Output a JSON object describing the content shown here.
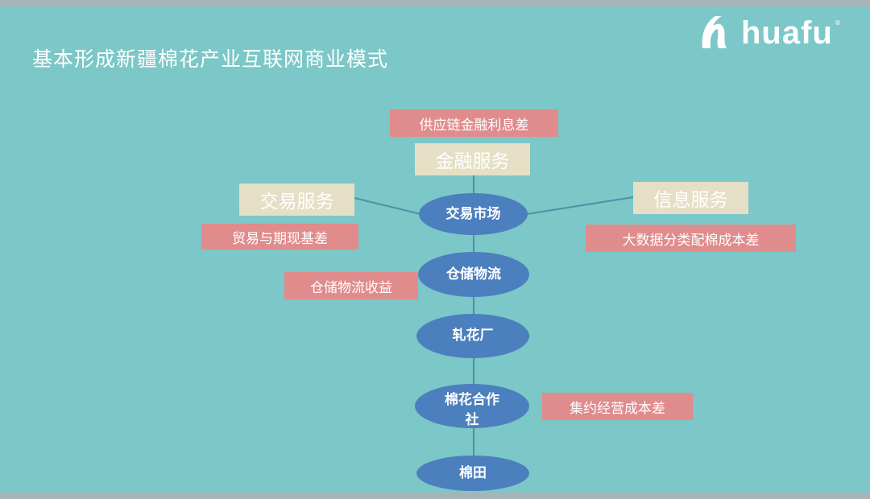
{
  "title": "基本形成新疆棉花产业互联网商业模式",
  "logo": {
    "text": "huafu",
    "reg": "®"
  },
  "nodes": {
    "market": "交易市场",
    "logistics": "仓储物流",
    "gin": "轧花厂",
    "coop_line1": "棉花合作",
    "coop_line2": "社",
    "field": "棉田"
  },
  "services": {
    "finance": "金融服务",
    "trade": "交易服务",
    "info": "信息服务"
  },
  "profits": {
    "finance": "供应链金融利息差",
    "trade": "贸易与期现基差",
    "info": "大数据分类配棉成本差",
    "logistics": "仓储物流收益",
    "coop": "集约经营成本差"
  },
  "colors": {
    "background": "#7cc7c7",
    "node": "#4c7fbe",
    "profit": "#e08b8c",
    "service": "#e5dfc5"
  }
}
